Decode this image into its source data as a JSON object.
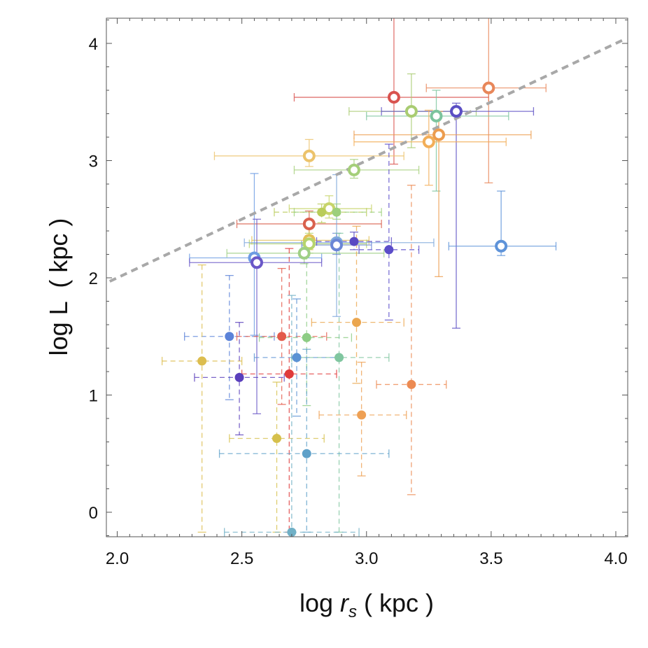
{
  "chart_data": {
    "type": "scatter",
    "title": "",
    "xlabel": {
      "prefix": "log ",
      "var": "r",
      "sub": "s",
      "suffix": " ( kpc )"
    },
    "ylabel": "log L  ( kpc )",
    "xlim": [
      1.97,
      4.03
    ],
    "ylim": [
      -0.2,
      4.22
    ],
    "x_ticks": [
      2.0,
      2.5,
      3.0,
      3.5,
      4.0
    ],
    "x_tick_labels": [
      "2.0",
      "2.5",
      "3.0",
      "3.5",
      "4.0"
    ],
    "y_ticks": [
      0,
      1,
      2,
      3,
      4
    ],
    "y_tick_labels": [
      "0",
      "1",
      "2",
      "3",
      "4"
    ],
    "grid": false,
    "reference_line": {
      "style": "dashed",
      "color": "#a8a8a8",
      "points": [
        [
          1.97,
          1.97
        ],
        [
          4.03,
          4.03
        ]
      ]
    },
    "series": [
      {
        "marker": "open-circle",
        "errorbar_style": "solid",
        "points": [
          {
            "x": 3.11,
            "y": 3.54,
            "xerr": [
              2.71,
              3.49
            ],
            "yerr": [
              2.97,
              4.22
            ],
            "color": "#d9534f"
          },
          {
            "x": 3.49,
            "y": 3.62,
            "xerr": [
              3.24,
              3.72
            ],
            "yerr": [
              2.81,
              4.22
            ],
            "color": "#e8875a"
          },
          {
            "x": 3.18,
            "y": 3.42,
            "xerr": [
              2.93,
              3.44
            ],
            "yerr": [
              3.11,
              3.74
            ],
            "color": "#a9cc72"
          },
          {
            "x": 3.36,
            "y": 3.42,
            "xerr": [
              3.06,
              3.67
            ],
            "yerr": [
              1.57,
              3.49
            ],
            "color": "#5b4fc4"
          },
          {
            "x": 3.28,
            "y": 3.38,
            "xerr": [
              3.0,
              3.57
            ],
            "yerr": [
              2.74,
              3.6
            ],
            "color": "#7cc49d"
          },
          {
            "x": 3.29,
            "y": 3.22,
            "xerr": [
              2.95,
              3.66
            ],
            "yerr": [
              2.01,
              3.42
            ],
            "color": "#ec9c4e"
          },
          {
            "x": 3.25,
            "y": 3.16,
            "xerr": [
              2.95,
              3.56
            ],
            "yerr": [
              2.79,
              3.43
            ],
            "color": "#f2ae58"
          },
          {
            "x": 2.77,
            "y": 3.04,
            "xerr": [
              2.39,
              3.15
            ],
            "yerr": [
              2.95,
              3.18
            ],
            "color": "#ecc36b"
          },
          {
            "x": 2.95,
            "y": 2.92,
            "xerr": [
              2.71,
              3.21
            ],
            "yerr": [
              2.85,
              3.01
            ],
            "color": "#a5cf7a"
          },
          {
            "x": 2.85,
            "y": 2.59,
            "xerr": [
              2.69,
              3.02
            ],
            "yerr": [
              2.51,
              2.7
            ],
            "color": "#c7d46a"
          },
          {
            "x": 2.77,
            "y": 2.46,
            "xerr": [
              2.48,
              3.06
            ],
            "yerr": [
              2.36,
              2.57
            ],
            "color": "#d9614d"
          },
          {
            "x": 2.77,
            "y": 2.32,
            "xerr": [
              2.54,
              3.01
            ],
            "yerr": [
              2.24,
              2.42
            ],
            "color": "#e2c058"
          },
          {
            "x": 2.77,
            "y": 2.29,
            "xerr": [
              2.53,
              3.0
            ],
            "yerr": [
              2.21,
              2.38
            ],
            "color": "#b6d46c"
          },
          {
            "x": 2.88,
            "y": 2.3,
            "xerr": [
              2.51,
              3.27
            ],
            "yerr": [
              1.67,
              2.88
            ],
            "color": "#7ea7dc"
          },
          {
            "x": 2.88,
            "y": 2.28,
            "xerr": [
              2.74,
              3.02
            ],
            "yerr": [
              2.2,
              2.38
            ],
            "color": "#6b86d6"
          },
          {
            "x": 2.75,
            "y": 2.21,
            "xerr": [
              2.44,
              3.07
            ],
            "yerr": [
              2.12,
              2.3
            ],
            "color": "#9fcf86"
          },
          {
            "x": 2.55,
            "y": 2.17,
            "xerr": [
              2.29,
              2.82
            ],
            "yerr": [
              1.51,
              2.89
            ],
            "color": "#6d9ce3"
          },
          {
            "x": 2.56,
            "y": 2.13,
            "xerr": [
              2.29,
              2.82
            ],
            "yerr": [
              0.84,
              2.5
            ],
            "color": "#6a58c8"
          },
          {
            "x": 3.54,
            "y": 2.27,
            "xerr": [
              3.33,
              3.76
            ],
            "yerr": [
              2.19,
              2.74
            ],
            "color": "#5e93d9"
          }
        ]
      },
      {
        "marker": "filled-circle",
        "errorbar_style": "dashed",
        "points": [
          {
            "x": 2.82,
            "y": 2.56,
            "xerr": [
              2.63,
              3.0
            ],
            "yerr": [
              2.47,
              2.63
            ],
            "color": "#b9cc5a"
          },
          {
            "x": 2.88,
            "y": 2.56,
            "xerr": [
              2.71,
              3.06
            ],
            "yerr": [
              2.5,
              2.63
            ],
            "color": "#9ccf7c"
          },
          {
            "x": 2.95,
            "y": 2.31,
            "xerr": [
              2.8,
              3.1
            ],
            "yerr": [
              2.24,
              2.39
            ],
            "color": "#5a49c2"
          },
          {
            "x": 3.09,
            "y": 2.24,
            "xerr": [
              2.97,
              3.21
            ],
            "yerr": [
              1.64,
              3.14
            ],
            "color": "#5b4dc9"
          },
          {
            "x": 2.45,
            "y": 1.5,
            "xerr": [
              2.27,
              2.63
            ],
            "yerr": [
              0.96,
              2.02
            ],
            "color": "#5b82d8"
          },
          {
            "x": 2.66,
            "y": 1.5,
            "xerr": [
              2.48,
              2.84
            ],
            "yerr": [
              0.92,
              2.08
            ],
            "color": "#e35a4a"
          },
          {
            "x": 2.76,
            "y": 1.49,
            "xerr": [
              2.57,
              2.94
            ],
            "yerr": [
              0.91,
              2.27
            ],
            "color": "#8dcc84"
          },
          {
            "x": 2.96,
            "y": 1.62,
            "xerr": [
              2.78,
              3.15
            ],
            "yerr": [
              1.1,
              2.44
            ],
            "color": "#eba64e"
          },
          {
            "x": 2.34,
            "y": 1.29,
            "xerr": [
              2.18,
              2.5
            ],
            "yerr": [
              -0.17,
              2.11
            ],
            "color": "#dcbd4e"
          },
          {
            "x": 2.72,
            "y": 1.32,
            "xerr": [
              2.55,
              2.89
            ],
            "yerr": [
              0.82,
              1.82
            ],
            "color": "#5c93d4"
          },
          {
            "x": 2.89,
            "y": 1.32,
            "xerr": [
              2.7,
              3.09
            ],
            "yerr": [
              -0.17,
              2.38
            ],
            "color": "#80c6a0"
          },
          {
            "x": 2.49,
            "y": 1.15,
            "xerr": [
              2.31,
              2.67
            ],
            "yerr": [
              0.66,
              1.62
            ],
            "color": "#5a3fbc"
          },
          {
            "x": 2.69,
            "y": 1.18,
            "xerr": [
              2.5,
              2.88
            ],
            "yerr": [
              -0.17,
              2.25
            ],
            "color": "#e03b3b"
          },
          {
            "x": 3.18,
            "y": 1.09,
            "xerr": [
              3.04,
              3.32
            ],
            "yerr": [
              0.15,
              2.79
            ],
            "color": "#ec8a52"
          },
          {
            "x": 2.98,
            "y": 0.83,
            "xerr": [
              2.81,
              3.16
            ],
            "yerr": [
              0.31,
              1.28
            ],
            "color": "#eea054"
          },
          {
            "x": 2.64,
            "y": 0.63,
            "xerr": [
              2.45,
              2.83
            ],
            "yerr": [
              -0.17,
              1.11
            ],
            "color": "#d6c04c"
          },
          {
            "x": 2.76,
            "y": 0.5,
            "xerr": [
              2.41,
              3.09
            ],
            "yerr": [
              -0.17,
              1.39
            ],
            "color": "#5fa1c9"
          },
          {
            "x": 2.7,
            "y": -0.17,
            "xerr": [
              2.43,
              2.97
            ],
            "yerr": [
              -0.17,
              1.85
            ],
            "color": "#70b0c6"
          }
        ]
      }
    ]
  }
}
